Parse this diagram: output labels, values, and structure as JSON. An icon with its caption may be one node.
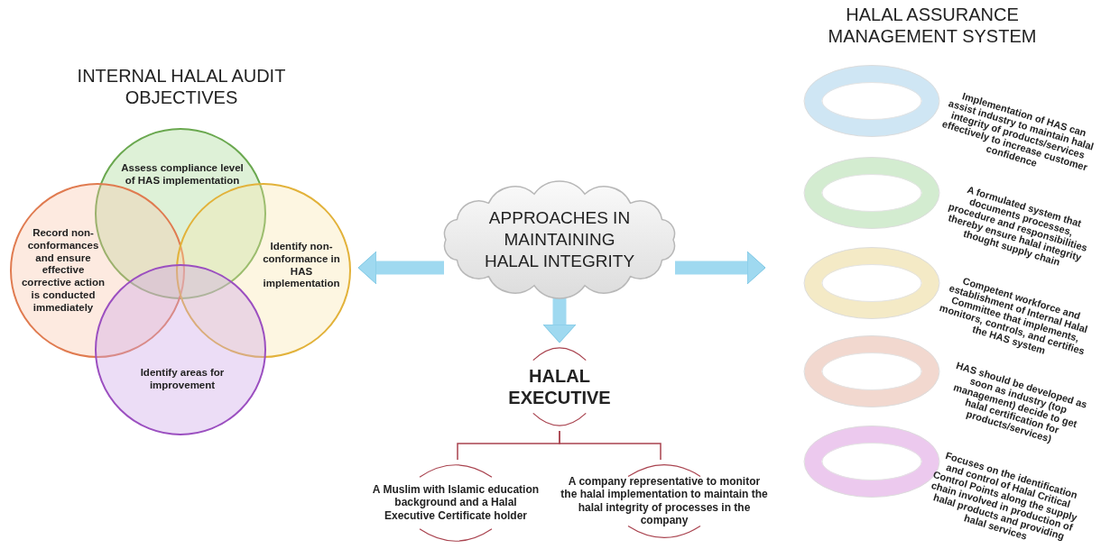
{
  "diagram": {
    "nodes": [
      {
        "text": [
          "APPROACHES IN MAINTAINING HALAL INTEGRITY"
        ]
      },
      {
        "text": [
          "INTERNAL HALAL AUDIT OBJECTIVES"
        ]
      },
      {
        "text": [
          "Assess compliance level of HAS implementation"
        ],
        "in": 1
      },
      {
        "text": [
          "Record non-conformances and ensure effective corrective action is conducted immediately"
        ],
        "in": 1
      },
      {
        "text": [
          "Identify non-conformance in HAS implementation"
        ],
        "in": 1
      },
      {
        "text": [
          "Identify areas for improvement"
        ],
        "in": 1
      },
      {
        "text": [
          "HALAL ASSURANCE MANAGEMENT SYSTEM"
        ]
      },
      {
        "text": [],
        "shape": "ring",
        "in": 6,
        "beside": [
          "Implementation of HAS can assist industry to maintain halal integrity of products/services effectively to increase customer confidence"
        ]
      },
      {
        "text": [],
        "shape": "ring",
        "in": 6,
        "beside": [
          "A formulated system that documents processes, procedure and responsibilities thereby ensure halal integrity thought supply chain"
        ]
      },
      {
        "text": [],
        "shape": "ring",
        "in": 6,
        "beside": [
          "Competent workforce and establishment of Internal Halal Committee that implements, monitors, controls, and certifies the HAS system"
        ]
      },
      {
        "text": [],
        "shape": "ring",
        "in": 6,
        "beside": [
          "HAS should be developed as soon as industry (top management) decide to get halal certification for products/services)"
        ]
      },
      {
        "text": [],
        "shape": "ring",
        "in": 6,
        "beside": [
          "Focuses on the identification and control of Halal Critical Control Points along the supply chain involved in production of halal products and providing halal services"
        ]
      },
      {
        "text": [
          "HALAL EXECUTIVE"
        ]
      },
      {
        "text": [
          "A Muslim with Islamic education background and a Halal Executive Certificate holder"
        ]
      },
      {
        "text": [
          "A company representative to monitor the halal implementation to maintain the halal integrity of processes in the company"
        ]
      }
    ],
    "edges": [
      {
        "from": 0,
        "to": 1,
        "arrow": "to"
      },
      {
        "from": 0,
        "to": 6,
        "arrow": "to"
      },
      {
        "from": 0,
        "to": 12,
        "arrow": "to"
      },
      {
        "from": 12,
        "to": 13,
        "arrow": "none",
        "color": "#a9434f"
      },
      {
        "from": 12,
        "to": 14,
        "arrow": "none",
        "color": "#a9434f"
      }
    ]
  }
}
